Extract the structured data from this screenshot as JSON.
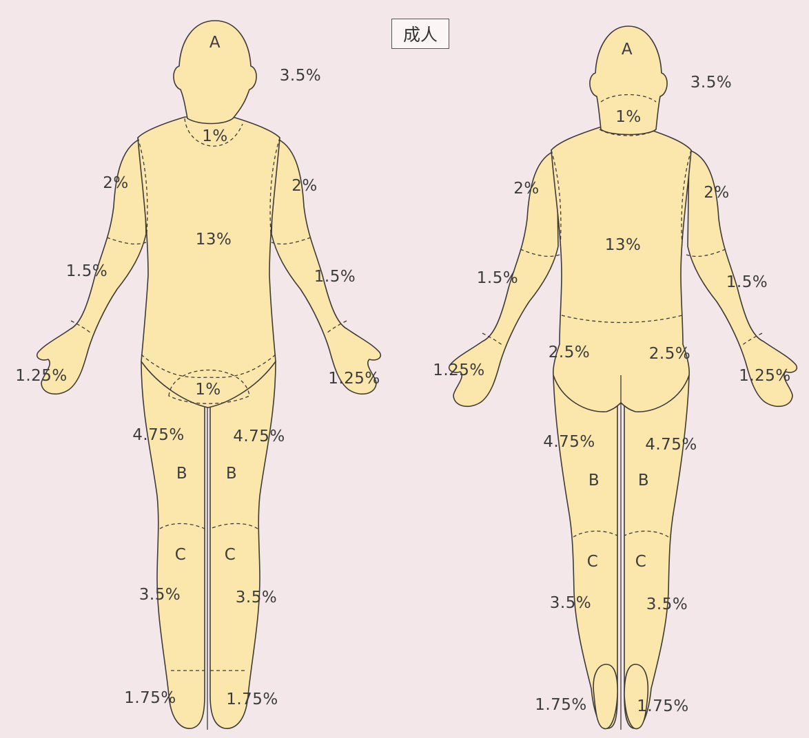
{
  "title": "成人",
  "colors": {
    "skin": "#fbe6ac",
    "outline": "#3e3a36",
    "background": "#f3e7ea"
  },
  "front": {
    "head_letter": "A",
    "head": "3.5%",
    "neck": "1%",
    "upper_arm_right": "2%",
    "upper_arm_left": "2%",
    "trunk": "13%",
    "forearm_right": "1.5%",
    "forearm_left": "1.5%",
    "hand_right": "1.25%",
    "hand_left": "1.25%",
    "genital": "1%",
    "thigh_right": "4.75%",
    "thigh_left": "4.75%",
    "thigh_letter_right": "B",
    "thigh_letter_left": "B",
    "leg_letter_right": "C",
    "leg_letter_left": "C",
    "leg_right": "3.5%",
    "leg_left": "3.5%",
    "foot_right": "1.75%",
    "foot_left": "1.75%"
  },
  "back": {
    "head_letter": "A",
    "head": "3.5%",
    "neck": "1%",
    "upper_arm_left": "2%",
    "upper_arm_right": "2%",
    "trunk": "13%",
    "forearm_left": "1.5%",
    "forearm_right": "1.5%",
    "hand_left": "1.25%",
    "hand_right": "1.25%",
    "buttock_left": "2.5%",
    "buttock_right": "2.5%",
    "thigh_left": "4.75%",
    "thigh_right": "4.75%",
    "thigh_letter_left": "B",
    "thigh_letter_right": "B",
    "leg_letter_left": "C",
    "leg_letter_right": "C",
    "leg_left": "3.5%",
    "leg_right": "3.5%",
    "foot_left": "1.75%",
    "foot_right": "1.75%"
  }
}
